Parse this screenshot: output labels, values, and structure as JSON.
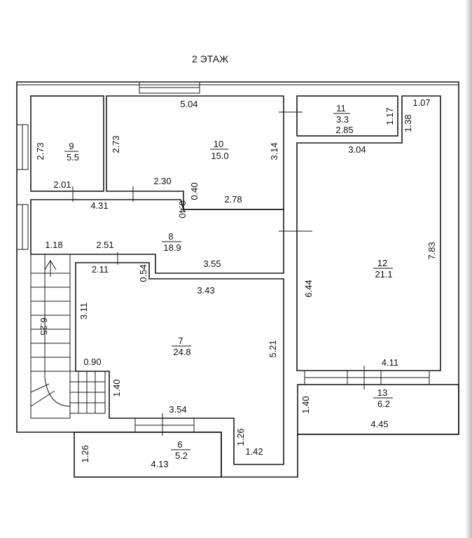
{
  "title": "2 ЭТАЖ",
  "rooms": [
    {
      "id": "9",
      "number": "9",
      "area": "5.5"
    },
    {
      "id": "10",
      "number": "10",
      "area": "15.0"
    },
    {
      "id": "11",
      "number": "11",
      "area": "3.3"
    },
    {
      "id": "12",
      "number": "12",
      "area": "21.1"
    },
    {
      "id": "8",
      "number": "8",
      "area": "18.9"
    },
    {
      "id": "7",
      "number": "7",
      "area": "24.8"
    },
    {
      "id": "6",
      "number": "6",
      "area": "5.2"
    },
    {
      "id": "13",
      "number": "13",
      "area": "6.2"
    }
  ],
  "dimensions": [
    "5.04",
    "2.73",
    "2.73",
    "3.14",
    "1.17",
    "1.07",
    "2.85",
    "1.38",
    "3.04",
    "2.01",
    "2.30",
    "0.40",
    "2.78",
    "4.31",
    "0.40",
    "1.18",
    "2.51",
    "2.11",
    "0.54",
    "3.55",
    "3.43",
    "6.44",
    "7.83",
    "3.11",
    "6.25",
    "5.21",
    "0.90",
    "1.40",
    "4.11",
    "3.54",
    "1.26",
    "1.26",
    "1.42",
    "4.13",
    "1.40",
    "4.45"
  ]
}
